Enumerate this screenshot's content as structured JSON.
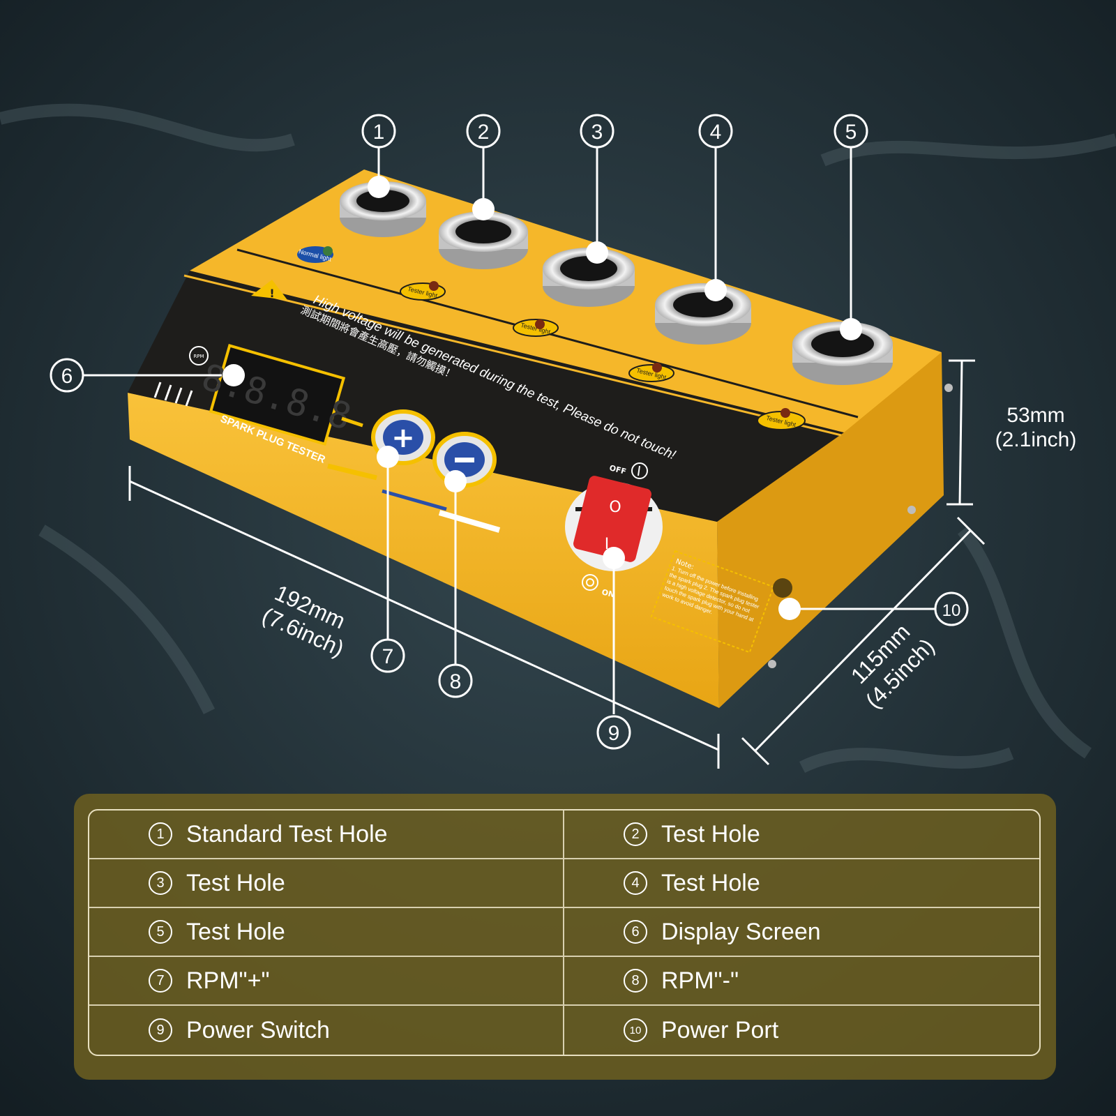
{
  "device": {
    "warning_en": "High voltage will be generated during the test, Please do not touch!",
    "warning_zh": "測試期間將會產生高壓，請勿觸摸！",
    "brand_label": "SPARK PLUG TESTER",
    "rpm_label": "RPM",
    "display_value": "8.8.8.8",
    "normal_light": "Normal light",
    "tester_light": "Tester light",
    "switch_off": "OFF",
    "switch_on": "ON",
    "note_title": "Note:",
    "note_body": "1. Turn off the power before installing the spark plug 2. The spark plug tester is a high voltage detector, so do not touch the spark plug with your hand at work to avoid danger."
  },
  "dimensions": {
    "height_mm": "53mm",
    "height_in": "(2.1inch)",
    "length_mm": "192mm",
    "length_in": "(7.6inch)",
    "depth_mm": "115mm",
    "depth_in": "(4.5inch)"
  },
  "callouts": [
    "1",
    "2",
    "3",
    "4",
    "5",
    "6",
    "7",
    "8",
    "9",
    "10"
  ],
  "legend": [
    {
      "num": "1",
      "label": "Standard Test Hole"
    },
    {
      "num": "2",
      "label": "Test Hole"
    },
    {
      "num": "3",
      "label": "Test Hole"
    },
    {
      "num": "4",
      "label": "Test Hole"
    },
    {
      "num": "5",
      "label": "Test Hole"
    },
    {
      "num": "6",
      "label": "Display Screen"
    },
    {
      "num": "7",
      "label": "RPM\"+\""
    },
    {
      "num": "8",
      "label": "RPM\"-\""
    },
    {
      "num": "9",
      "label": "Power Switch"
    },
    {
      "num": "10",
      "label": "Power Port"
    }
  ],
  "colors": {
    "body_yellow": "#f2b320",
    "panel_black": "#1e1d1b",
    "switch_red": "#e02a2a"
  }
}
